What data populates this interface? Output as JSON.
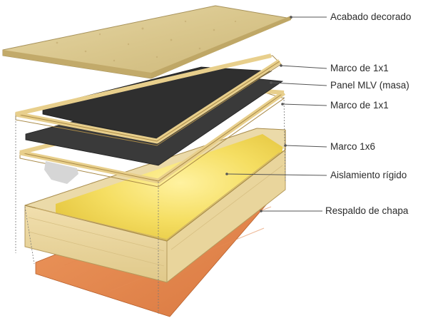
{
  "labels": {
    "acabado": "Acabado decorado",
    "marco_top": "Marco de 1x1",
    "panel_mlv": "Panel MLV (masa)",
    "marco_mid": "Marco de 1x1",
    "marco_1x6": "Marco 1x6",
    "aislamiento": "Aislamiento rígido",
    "respaldo": "Respaldo de chapa"
  }
}
